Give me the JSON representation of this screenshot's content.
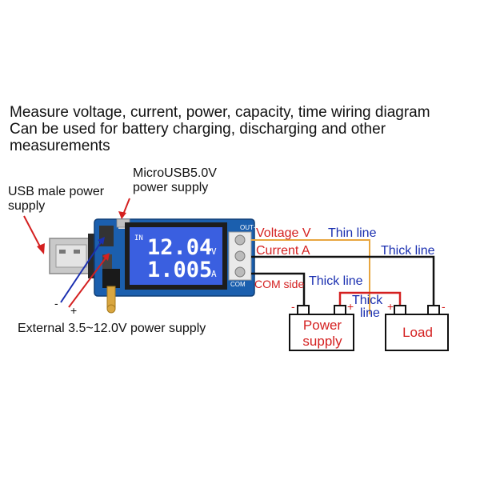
{
  "title": {
    "line1": "Measure voltage, current, power, capacity, time wiring diagram",
    "line2": "Can be used for battery charging, discharging and other",
    "line3": "measurements"
  },
  "labels": {
    "usb_power_1": "USB male power",
    "usb_power_2": "supply",
    "microusb_1": "MicroUSB5.0V",
    "microusb_2": "power supply",
    "external": "External 3.5~12.0V power supply",
    "ext_minus": "-",
    "ext_plus": "+",
    "voltage": "Voltage V",
    "thin_line": "Thin line",
    "current": "Current A",
    "thick_line_1": "Thick line",
    "com_side": "COM side",
    "thick_line_2": "Thick line",
    "thick_line_3a": "Thick",
    "thick_line_3b": "line",
    "power_supply_1": "Power",
    "power_supply_2": "supply",
    "load": "Load",
    "ps_minus": "-",
    "ps_plus": "+",
    "load_plus": "+",
    "load_minus": "-"
  },
  "lcd": {
    "in_label": "IN",
    "voltage_value": "12.04",
    "voltage_unit": "V",
    "current_value": "1.005",
    "current_unit": "A",
    "out_label": "OUT+",
    "com_label": "COM"
  },
  "colors": {
    "thin_wire": "#e8a640",
    "thick_wire": "#111111",
    "red_wire": "#d42020",
    "pcb": "#1b5fae",
    "lcd": "#3a5fe0"
  }
}
